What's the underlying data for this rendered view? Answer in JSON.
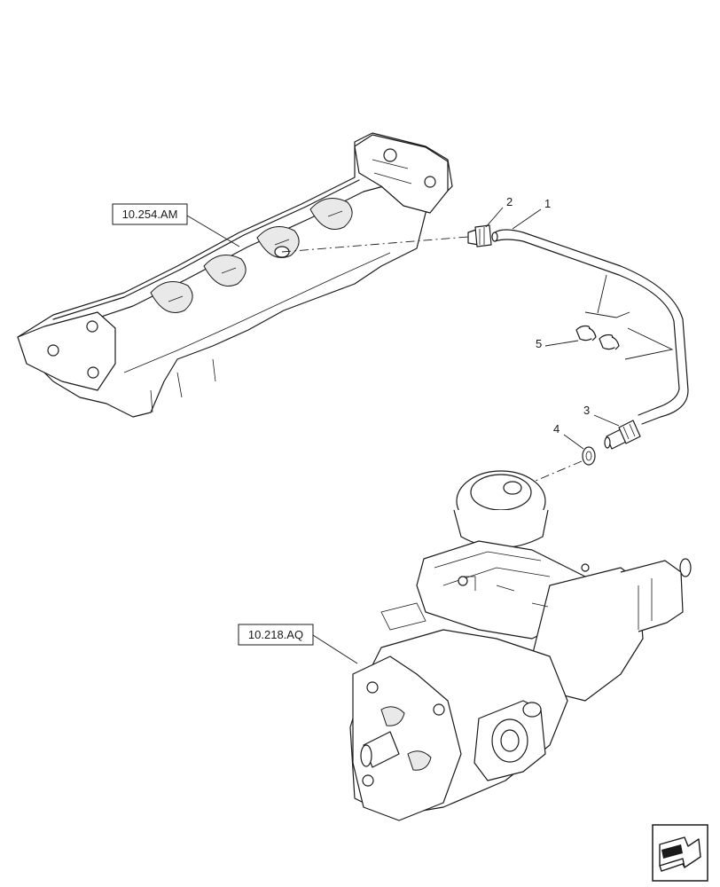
{
  "references": {
    "top_ref": "10.254.AM",
    "bottom_ref": "10.218.AQ"
  },
  "callouts": {
    "c1": "1",
    "c2": "2",
    "c3": "3",
    "c4": "4",
    "c5": "5"
  },
  "icons": {
    "nav": "next-page-arrow-icon"
  }
}
